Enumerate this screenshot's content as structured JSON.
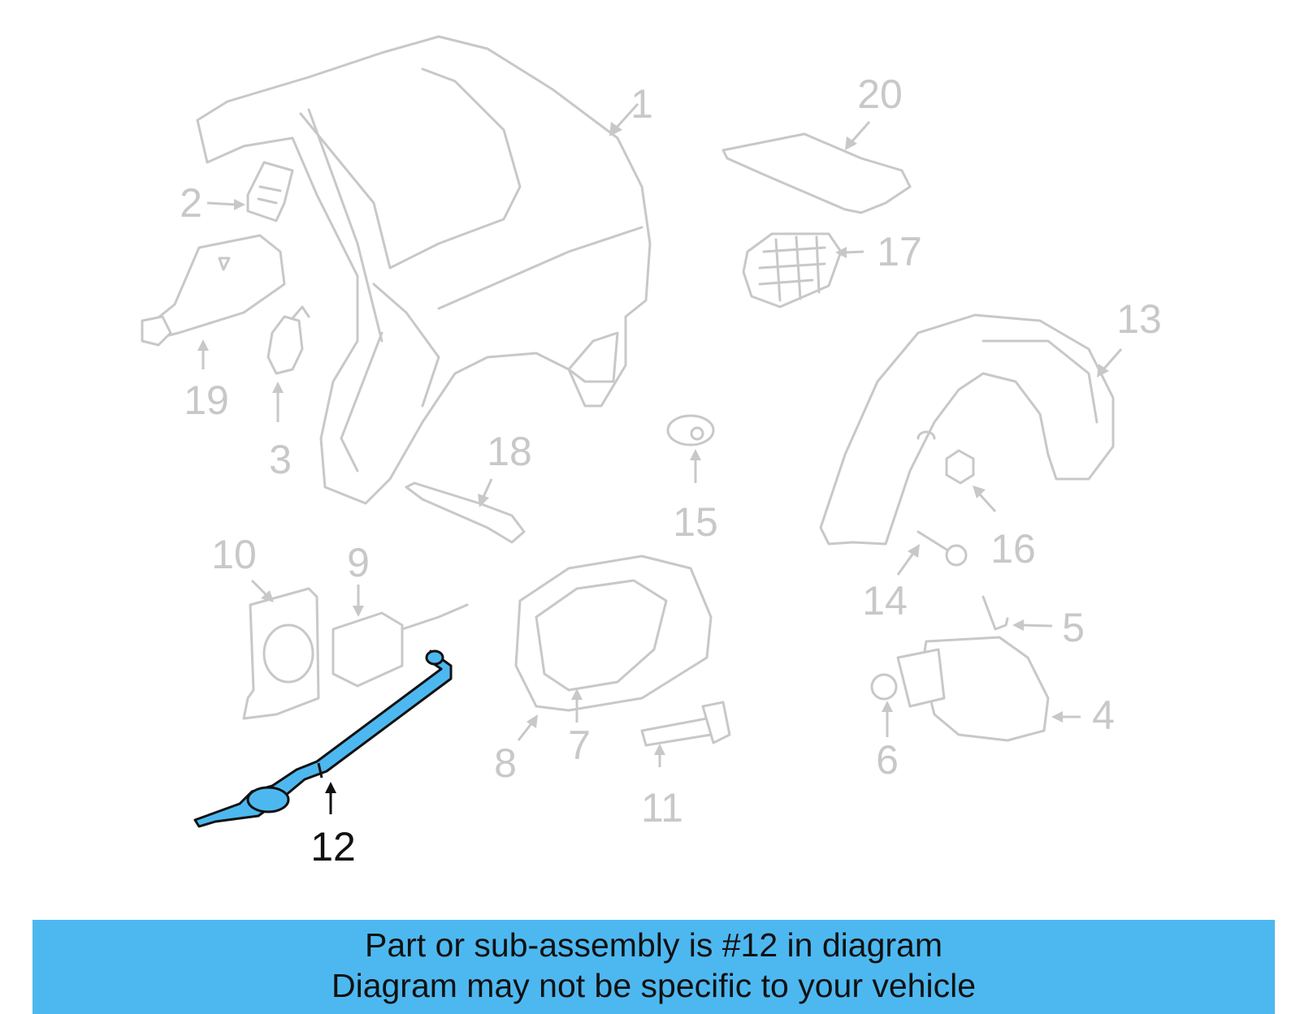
{
  "callouts": {
    "c1": "1",
    "c2": "2",
    "c3": "3",
    "c4": "4",
    "c5": "5",
    "c6": "6",
    "c7": "7",
    "c8": "8",
    "c9": "9",
    "c10": "10",
    "c11": "11",
    "c12": "12",
    "c13": "13",
    "c14": "14",
    "c15": "15",
    "c16": "16",
    "c17": "17",
    "c18": "18",
    "c19": "19",
    "c20": "20"
  },
  "banner": {
    "line1": "Part or sub-assembly is #12 in diagram",
    "line2": "Diagram may not be specific to your vehicle"
  },
  "colors": {
    "highlight": "#4db8f0",
    "part_line": "#c8c8c8",
    "highlight_outline": "#111111"
  },
  "highlighted_part": "12"
}
